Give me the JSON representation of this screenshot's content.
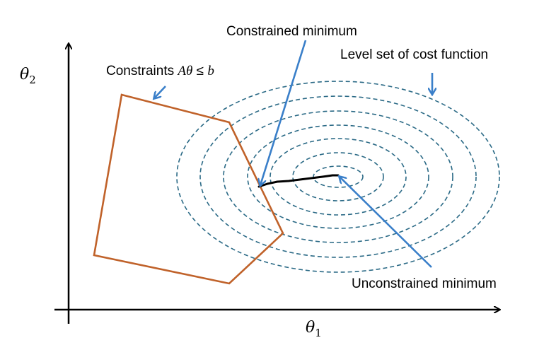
{
  "labels": {
    "constrained_minimum": "Constrained minimum",
    "level_set": "Level set of cost function",
    "constraints_prefix": "Constraints ",
    "constraints_math": "Aθ",
    "constraints_rel": " ≤ ",
    "constraints_b": "b",
    "unconstrained_minimum": "Unconstrained minimum"
  },
  "axes": {
    "x_symbol": "θ",
    "x_subscript": "1",
    "y_symbol": "θ",
    "y_subscript": "2"
  },
  "colors": {
    "polygon": "#c0622a",
    "contours": "#2b6a86",
    "pointers": "#3a7fc9",
    "path": "#000000",
    "axes": "#000000"
  }
}
